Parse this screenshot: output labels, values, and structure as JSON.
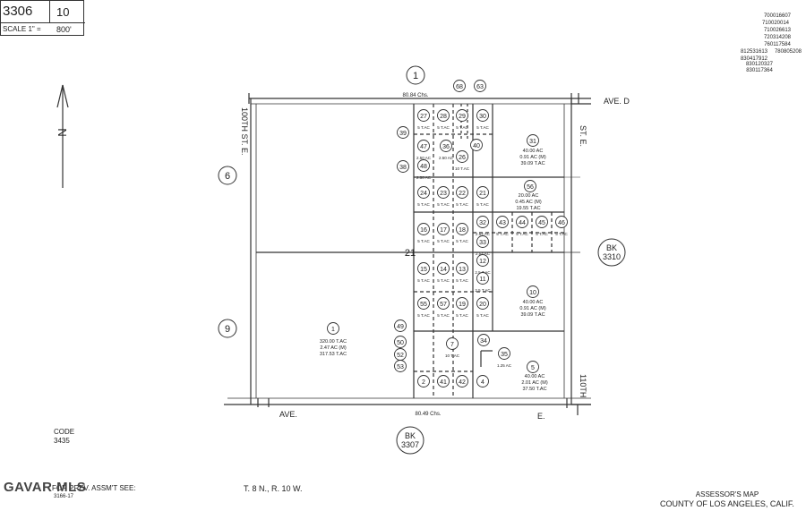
{
  "header": {
    "page": "3306",
    "sub": "10",
    "scale_label": "SCALE 1\" =",
    "scale_value": "800'"
  },
  "footer": {
    "code_label": "CODE",
    "code_value": "3435",
    "note": "FOR PREV. ASSM'T SEE:",
    "note_ref": "3166-17",
    "township": "T. 8 N., R. 10 W.",
    "assessor_line1": "ASSESSOR'S MAP",
    "assessor_line2": "COUNTY OF LOS ANGELES, CALIF."
  },
  "watermark": "GAVAR MLS",
  "revision_notes": [
    "700016607",
    "710020014",
    "710026613",
    "720314208",
    "760117584",
    "780805208",
    "812531613",
    "830417912",
    "830120327",
    "830117364"
  ],
  "streets": {
    "top": "AVE. D",
    "bottom_left": "AVE.",
    "bottom_right": "E.",
    "left": "100TH ST. E.",
    "right_top": "ST. E.",
    "right_bottom": "110TH",
    "top_dim": "80.84 Chs.",
    "bottom_dim": "80.49 Chs."
  },
  "section": "21",
  "book_refs": {
    "right": [
      "BK",
      "3310"
    ],
    "bottom": [
      "BK",
      "3307"
    ]
  },
  "circle_labels": {
    "left_top": "6",
    "left_bottom": "9",
    "top": "1"
  },
  "parcels": [
    {
      "id": "27",
      "area": "5 T.AC"
    },
    {
      "id": "28",
      "area": "5 T.AC"
    },
    {
      "id": "29",
      "area": "5 T.AC"
    },
    {
      "id": "30",
      "area": "5 T.AC"
    },
    {
      "id": "47",
      "area": "2.50 AC"
    },
    {
      "id": "36",
      "area": "2.50 AC"
    },
    {
      "id": "26",
      "area": "10 T.AC"
    },
    {
      "id": "40",
      "area": ""
    },
    {
      "id": "48",
      "area": "2.50 AC"
    },
    {
      "id": "31",
      "area": "40.00 AC"
    },
    {
      "id": "39",
      "area": ""
    },
    {
      "id": "38",
      "area": ""
    },
    {
      "id": "24",
      "area": "5 T.AC"
    },
    {
      "id": "23",
      "area": "5 T.AC"
    },
    {
      "id": "22",
      "area": "5 T.AC"
    },
    {
      "id": "21",
      "area": "5 T.AC"
    },
    {
      "id": "56",
      "area": "20.00 AC"
    },
    {
      "id": "16",
      "area": "5 T.AC"
    },
    {
      "id": "17",
      "area": "5 T.AC"
    },
    {
      "id": "18",
      "area": "5 T.AC"
    },
    {
      "id": "32",
      "area": "2.54 AC"
    },
    {
      "id": "43",
      "area": "5 T.AC"
    },
    {
      "id": "44",
      "area": "5 T.AC"
    },
    {
      "id": "45",
      "area": "5 T.AC"
    },
    {
      "id": "46",
      "area": "5 T.AC"
    },
    {
      "id": "33",
      "area": "2.54 AC"
    },
    {
      "id": "15",
      "area": "5 T.AC"
    },
    {
      "id": "14",
      "area": "5 T.AC"
    },
    {
      "id": "13",
      "area": "5 T.AC"
    },
    {
      "id": "12",
      "area": "2.5 T.AC"
    },
    {
      "id": "11",
      "area": "2.5 T.AC"
    },
    {
      "id": "10",
      "area": "40.00 AC"
    },
    {
      "id": "55",
      "area": "5 T.AC"
    },
    {
      "id": "57",
      "area": "5 T.AC"
    },
    {
      "id": "19",
      "area": "5 T.AC"
    },
    {
      "id": "20",
      "area": "5 T.AC"
    },
    {
      "id": "1",
      "area": "320.00 AC"
    },
    {
      "id": "7",
      "area": "10 T.AC"
    },
    {
      "id": "34",
      "area": ""
    },
    {
      "id": "35",
      "area": "1.25 AC"
    },
    {
      "id": "49",
      "area": ""
    },
    {
      "id": "50",
      "area": ""
    },
    {
      "id": "52",
      "area": ""
    },
    {
      "id": "53",
      "area": ""
    },
    {
      "id": "5",
      "area": "40.00 AC"
    },
    {
      "id": "2",
      "area": ""
    },
    {
      "id": "41",
      "area": ""
    },
    {
      "id": "42",
      "area": ""
    },
    {
      "id": "4",
      "area": ""
    },
    {
      "id": "68",
      "area": ""
    },
    {
      "id": "63",
      "area": ""
    }
  ],
  "area_notes": {
    "p1": [
      "320.00 T.AC",
      "2.47 AC (M)",
      "317.53 T.AC"
    ],
    "p31": [
      "40.00 AC",
      "0.91 AC (M)",
      "39.09 T.AC"
    ],
    "p56": [
      "20.00 AC",
      "0.45 AC (M)",
      "19.55 T.AC"
    ],
    "p10": [
      "40.00 AC",
      "0.91 AC (M)",
      "39.09 T.AC"
    ],
    "p5": [
      "40.00 AC",
      "2.01 AC (M)",
      "37.50 T.AC"
    ]
  }
}
